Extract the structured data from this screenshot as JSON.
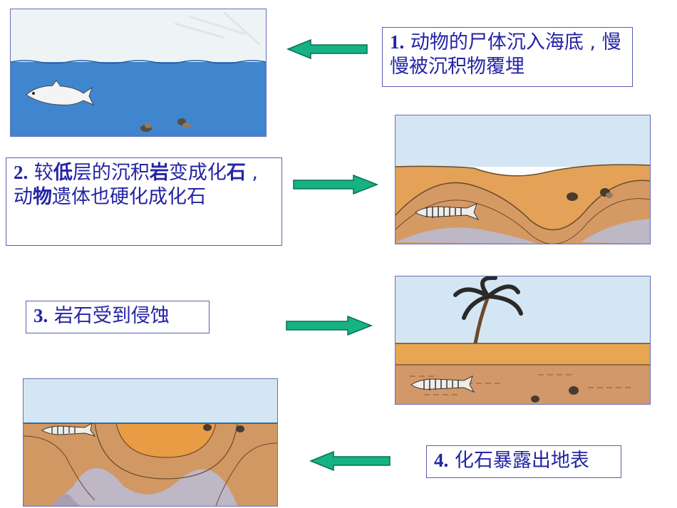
{
  "steps": [
    {
      "number": "1.",
      "text": "动物的尸体沉入海底 , 慢慢被沉积物覆埋"
    },
    {
      "number": "2.",
      "parts": [
        "较",
        "低",
        "层的沉积",
        "岩",
        "变成化",
        "石",
        " , 动",
        "物",
        "遗体也硬化成化石"
      ]
    },
    {
      "number": "3.",
      "text": "岩石受到侵蚀"
    },
    {
      "number": "4.",
      "text": "化石暴露出地表"
    }
  ],
  "colors": {
    "label_text": "#2424a6",
    "label_border": "#5a5fb0",
    "arrow_fill": "#16b283",
    "sea": "#3f86cf",
    "sky": "#cfe3f2",
    "earth_light": "#d9a86a",
    "earth_dark": "#c07a3f",
    "earth_orange": "#e39a45"
  },
  "icons": [
    "arrow-left-icon",
    "arrow-right-icon",
    "fish-icon",
    "fish-fossil-icon",
    "shell-icon",
    "palm-tree-icon"
  ]
}
